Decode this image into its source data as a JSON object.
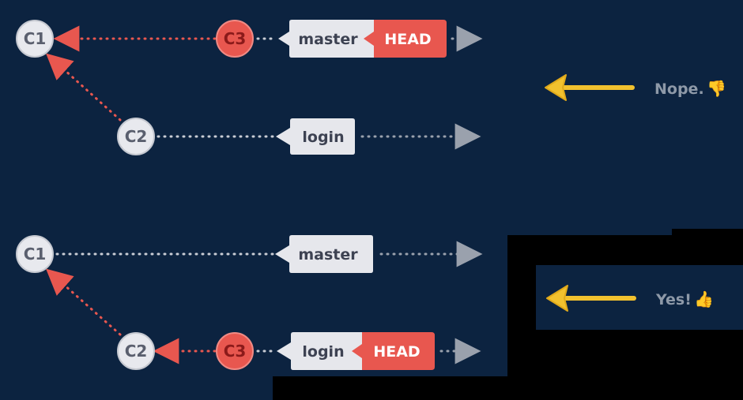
{
  "colors": {
    "background": "#0c2340",
    "commit_fill": "#e8e9ee",
    "commit_text": "#5a5f6e",
    "new_commit_fill": "#e8574f",
    "new_commit_text": "#8b1a1a",
    "branch_fill": "#e6e7ec",
    "branch_text": "#3d4252",
    "head_fill": "#e8574f",
    "head_text": "#ffffff",
    "pointer_dots": "#e8574f",
    "branch_dots": "#c9ccd4",
    "arrow_accent": "#f2c12e",
    "note_text": "#8e99a8"
  },
  "diagram_top": {
    "commits": {
      "c1": "C1",
      "c2": "C2",
      "c3": "C3"
    },
    "branches": {
      "master": "master",
      "head": "HEAD",
      "login": "login"
    },
    "verdict": {
      "text": "Nope.",
      "emoji": "👎"
    }
  },
  "diagram_bottom": {
    "commits": {
      "c1": "C1",
      "c2": "C2",
      "c3": "C3"
    },
    "branches": {
      "master": "master",
      "login": "login",
      "head": "HEAD"
    },
    "verdict": {
      "text": "Yes!",
      "emoji": "👍"
    }
  }
}
